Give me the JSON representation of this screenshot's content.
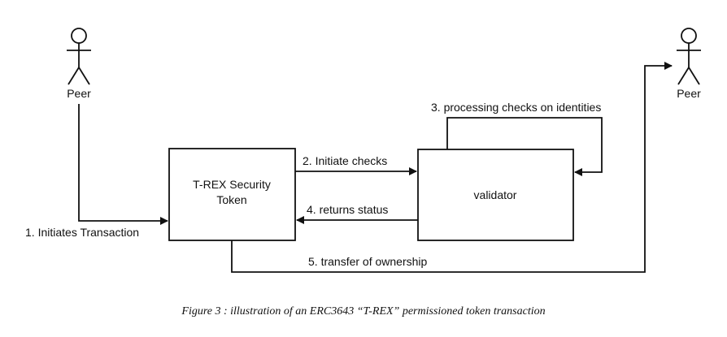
{
  "actors": {
    "left": {
      "label": "Peer",
      "icon": "stick-figure-icon"
    },
    "right": {
      "label": "Peer",
      "icon": "stick-figure-icon"
    }
  },
  "boxes": {
    "token": {
      "line1": "T-REX Security",
      "line2": "Token"
    },
    "validator": {
      "label": "validator"
    }
  },
  "arrows": {
    "initiates_transaction": "1. Initiates Transaction",
    "initiate_checks": "2. Initiate checks",
    "processing_checks": "3. processing checks on identities",
    "returns_status": "4. returns status",
    "transfer_ownership": "5. transfer of ownership"
  },
  "caption": "Figure 3 : illustration of an ERC3643 “T-REX” permissioned token transaction",
  "colors": {
    "ink": "#111111",
    "background": "#ffffff"
  }
}
